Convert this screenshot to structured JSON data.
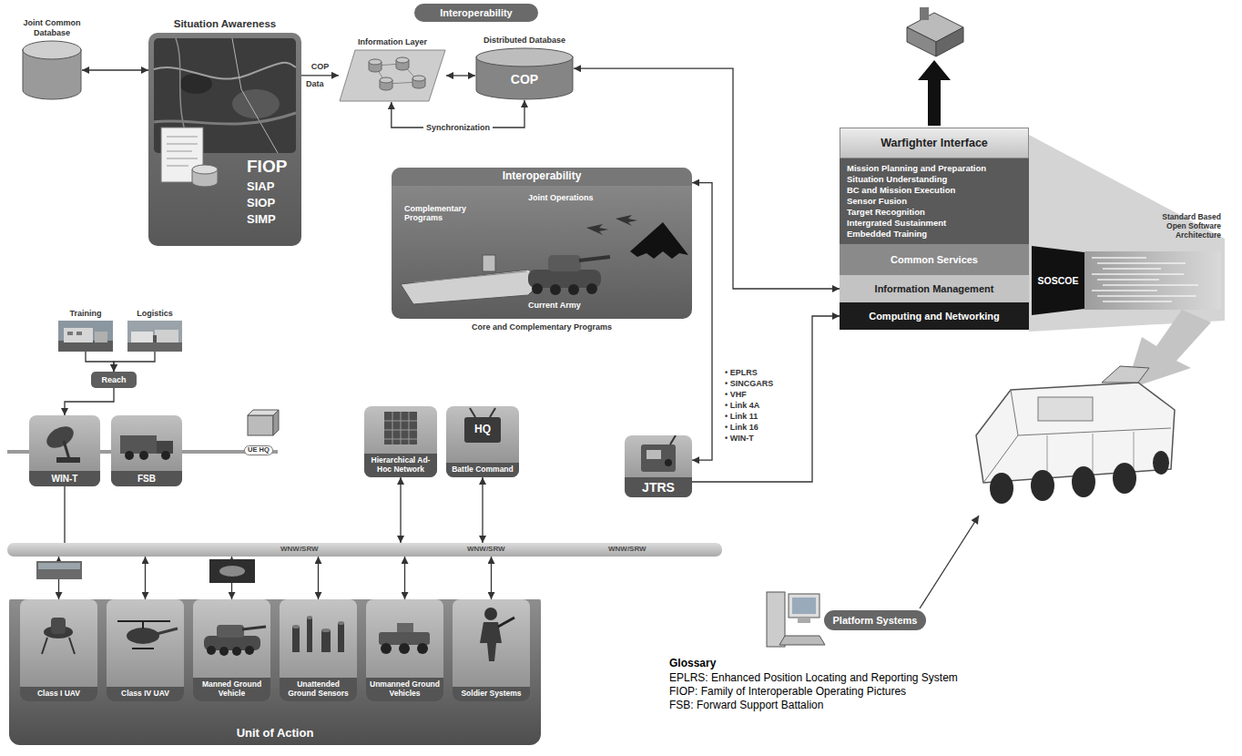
{
  "diagram": {
    "nodes": [
      {
        "text": [
          "Joint Common Database"
        ]
      },
      {
        "text": [
          "Situation Awareness",
          "FIOP",
          "SIAP",
          "SIOP",
          "SIMP"
        ]
      },
      {
        "text": [
          "Interoperability"
        ]
      },
      {
        "text": [
          "Information Layer"
        ]
      },
      {
        "text": [
          "Distributed Database",
          "COP"
        ]
      },
      {
        "text": [
          "Interoperability",
          "Complementary Programs",
          "Joint Operations",
          "Current Army",
          "Core and Complementary Programs"
        ]
      },
      {
        "text": [
          "Warfighter Interface"
        ]
      },
      {
        "text": [
          "Mission Planning and Preparation",
          "Situation Understanding",
          "BC and Mission Execution",
          "Sensor Fusion",
          "Target Recognition",
          "Intergrated Sustainment",
          "Embedded Training"
        ]
      },
      {
        "text": [
          "Common Services"
        ]
      },
      {
        "text": [
          "Information Management"
        ]
      },
      {
        "text": [
          "Computing and Networking"
        ]
      },
      {
        "text": [
          "SOSCOE"
        ]
      },
      {
        "text": [
          "Standard Based Open Software Architecture"
        ]
      },
      {
        "text": [
          "Training"
        ]
      },
      {
        "text": [
          "Logistics"
        ]
      },
      {
        "text": [
          "Reach"
        ]
      },
      {
        "text": [
          "WIN-T"
        ]
      },
      {
        "text": [
          "FSB"
        ]
      },
      {
        "text": [
          "Hierarchical Ad-Hoc Network"
        ]
      },
      {
        "text": [
          "HQ",
          "Battle Command"
        ]
      },
      {
        "text": [
          "JTRS"
        ]
      },
      {
        "text": [
          "WNW/SRW",
          "WNW/SRW",
          "WNW/SRW"
        ]
      },
      {
        "text": [
          "Unit of Action"
        ]
      },
      {
        "text": [
          "Class I UAV"
        ],
        "in": 22
      },
      {
        "text": [
          "Class IV UAV"
        ],
        "in": 22
      },
      {
        "text": [
          "Manned Ground Vehicle"
        ],
        "in": 22
      },
      {
        "text": [
          "Unattended Ground Sensors"
        ],
        "in": 22
      },
      {
        "text": [
          "Unmanned Ground Vehicles"
        ],
        "in": 22
      },
      {
        "text": [
          "Soldier Systems"
        ],
        "in": 22
      },
      {
        "text": [
          "Platform Systems"
        ]
      }
    ],
    "edges": [
      {
        "from": 0,
        "to": 1,
        "arrow": "both"
      },
      {
        "from": 1,
        "to": 3,
        "label": "COP",
        "arrow": "to"
      },
      {
        "from": 3,
        "to": 4,
        "arrow": "both"
      },
      {
        "from": 3,
        "to": 4,
        "label": "Synchronization",
        "arrow": "both"
      },
      {
        "from": 4,
        "to": 9,
        "arrow": "both"
      },
      {
        "from": 5,
        "to": 20,
        "arrow": "both"
      },
      {
        "from": 20,
        "to": 10,
        "arrow": "to"
      },
      {
        "from": 13,
        "to": 15,
        "arrow": "to"
      },
      {
        "from": 14,
        "to": 15,
        "arrow": "to"
      },
      {
        "from": 15,
        "to": 16,
        "arrow": "to"
      },
      {
        "from": 16,
        "to": 21,
        "arrow": "none"
      },
      {
        "from": 21,
        "to": 18,
        "arrow": "both"
      },
      {
        "from": 21,
        "to": 19,
        "arrow": "both"
      },
      {
        "from": 21,
        "to": 23,
        "arrow": "both"
      },
      {
        "from": 21,
        "to": 24,
        "arrow": "both"
      },
      {
        "from": 21,
        "to": 25,
        "arrow": "both"
      },
      {
        "from": 21,
        "to": 26,
        "arrow": "both"
      },
      {
        "from": 21,
        "to": 27,
        "arrow": "both"
      },
      {
        "from": 21,
        "to": 28,
        "arrow": "both"
      }
    ],
    "labels": [
      "Data",
      "UE HQ",
      "• EPLRS",
      "• SINCGARS",
      "• VHF",
      "• Link 4A",
      "• Link 11",
      "• Link 16",
      "• WIN-T",
      "Glossary",
      "EPLRS: Enhanced Position Locating and Reporting System",
      "FIOP: Family of Interoperable Operating Pictures",
      "FSB: Forward Support Battalion"
    ]
  }
}
